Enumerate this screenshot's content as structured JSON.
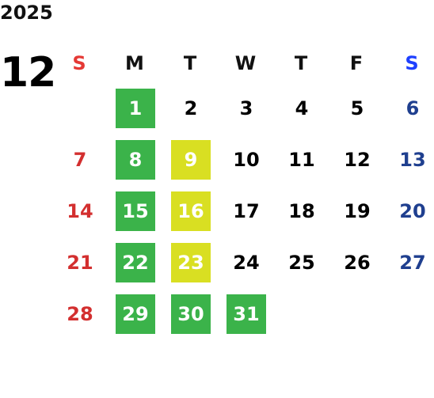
{
  "calendar": {
    "year": "2025",
    "month": "12",
    "weekdays": [
      {
        "label": "S",
        "color": "#e53935"
      },
      {
        "label": "M",
        "color": "#111111"
      },
      {
        "label": "T",
        "color": "#111111"
      },
      {
        "label": "W",
        "color": "#111111"
      },
      {
        "label": "T",
        "color": "#111111"
      },
      {
        "label": "F",
        "color": "#111111"
      },
      {
        "label": "S",
        "color": "#1e40ff"
      }
    ],
    "colors": {
      "sunday_date": "#d32f2f",
      "saturday_date": "#1f3f8f",
      "weekday_date": "#000000",
      "green_highlight": "#3bb34a",
      "yellow_highlight": "#d9df22"
    },
    "weeks": [
      [
        null,
        {
          "d": "1",
          "hl": "green"
        },
        {
          "d": "2"
        },
        {
          "d": "3"
        },
        {
          "d": "4"
        },
        {
          "d": "5"
        },
        {
          "d": "6"
        }
      ],
      [
        {
          "d": "7"
        },
        {
          "d": "8",
          "hl": "green"
        },
        {
          "d": "9",
          "hl": "yellow"
        },
        {
          "d": "10"
        },
        {
          "d": "11"
        },
        {
          "d": "12"
        },
        {
          "d": "13"
        }
      ],
      [
        {
          "d": "14"
        },
        {
          "d": "15",
          "hl": "green"
        },
        {
          "d": "16",
          "hl": "yellow"
        },
        {
          "d": "17"
        },
        {
          "d": "18"
        },
        {
          "d": "19"
        },
        {
          "d": "20"
        }
      ],
      [
        {
          "d": "21"
        },
        {
          "d": "22",
          "hl": "green"
        },
        {
          "d": "23",
          "hl": "yellow"
        },
        {
          "d": "24"
        },
        {
          "d": "25"
        },
        {
          "d": "26"
        },
        {
          "d": "27"
        }
      ],
      [
        {
          "d": "28"
        },
        {
          "d": "29",
          "hl": "green"
        },
        {
          "d": "30",
          "hl": "green"
        },
        {
          "d": "31",
          "hl": "green"
        },
        null,
        null,
        null
      ]
    ]
  }
}
